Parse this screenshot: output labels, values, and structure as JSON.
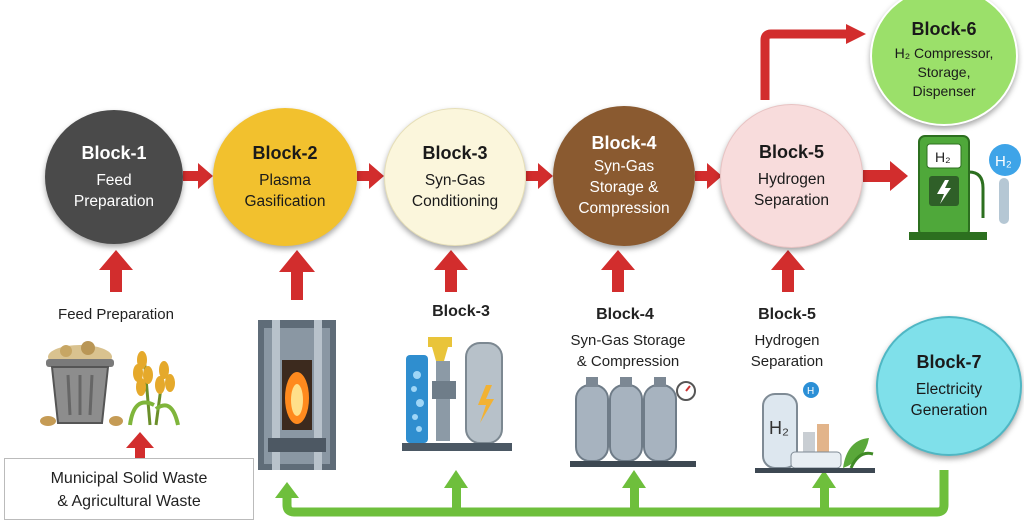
{
  "blocks": [
    {
      "id": "Block-1",
      "lines": [
        "Feed",
        "Preparation"
      ],
      "fill": "#4a4a4a",
      "text_color": "#ffffff"
    },
    {
      "id": "Block-2",
      "lines": [
        "Plasma",
        "Gasification"
      ],
      "fill": "#f2c12e",
      "text_color": "#1a1a1a"
    },
    {
      "id": "Block-3",
      "lines": [
        "Syn-Gas",
        "Conditioning"
      ],
      "fill": "#fbf6dc",
      "text_color": "#1a1a1a"
    },
    {
      "id": "Block-4",
      "lines": [
        "Syn-Gas",
        "Storage &",
        "Compression"
      ],
      "fill": "#8a5a30",
      "text_color": "#ffffff"
    },
    {
      "id": "Block-5",
      "lines": [
        "Hydrogen",
        "Separation"
      ],
      "fill": "#f8dcdc",
      "text_color": "#1a1a1a"
    },
    {
      "id": "Block-6",
      "lines": [
        "H₂ Compressor,",
        "Storage,",
        "Dispenser"
      ],
      "fill": "#9be06a",
      "text_color": "#1a1a1a"
    },
    {
      "id": "Block-7",
      "lines": [
        "Electricity",
        "Generation"
      ],
      "fill": "#7fe0ea",
      "text_color": "#1a1a1a"
    }
  ],
  "labels": {
    "feed_preparation": "Feed Preparation",
    "block3": "Block-3",
    "block4": "Block-4",
    "block4_sub": [
      "Syn-Gas Storage",
      "& Compression"
    ],
    "block5": "Block-5",
    "block5_sub": [
      "Hydrogen",
      "Separation"
    ],
    "waste": [
      "Municipal Solid Waste",
      "& Agricultural Waste"
    ]
  },
  "icon_text": {
    "h2_pump_label": "H₂",
    "h2_badge": "H₂",
    "h2_tank": "H₂",
    "h_small": "H"
  },
  "icons": [
    "trash-bin-icon",
    "wheat-icon",
    "plasma-reactor-icon",
    "syngas-conditioner-icon",
    "gas-cylinders-icon",
    "hydrogen-plant-icon",
    "hydrogen-pump-icon"
  ],
  "colors": {
    "arrow_red": "#d22d2d",
    "arrow_green": "#6ebf3c"
  }
}
